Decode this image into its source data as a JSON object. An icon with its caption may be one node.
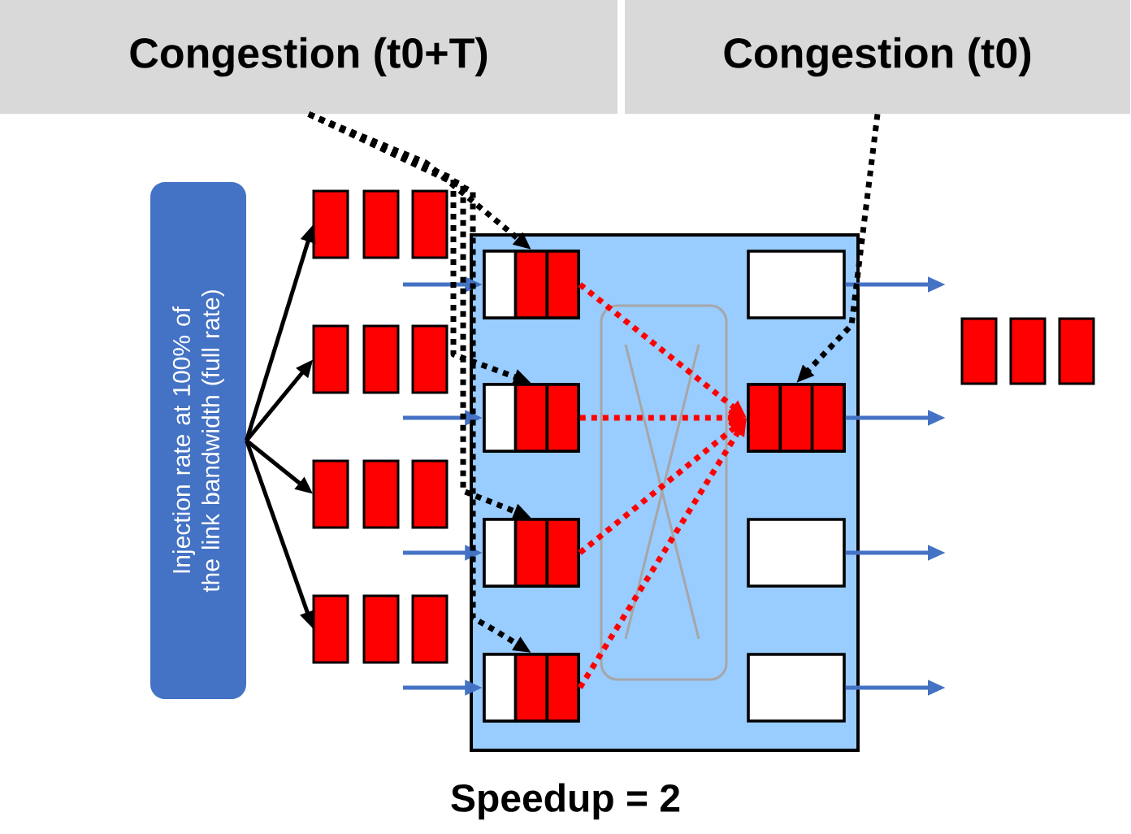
{
  "diagram": {
    "caption": "Speedup = 2",
    "nodes": [
      {
        "text": [
          "Congestion (t0+T)"
        ]
      },
      {
        "text": [
          "Congestion (t0)"
        ]
      },
      {
        "text": [
          "Injection rate at 100% of the link bandwidth (full rate)"
        ]
      },
      {
        "text": [],
        "shape": "box"
      },
      {
        "text": [],
        "shape": "box",
        "in": 3
      },
      {
        "text": [],
        "shape": "box",
        "in": 3
      },
      {
        "text": [],
        "shape": "box",
        "in": 3
      },
      {
        "text": [],
        "shape": "box",
        "in": 3
      },
      {
        "text": [],
        "shape": "box",
        "in": 3
      },
      {
        "text": [],
        "shape": "box",
        "in": 3
      },
      {
        "text": [],
        "shape": "box",
        "in": 3
      },
      {
        "text": [],
        "shape": "box",
        "in": 3
      },
      {
        "text": [],
        "shape": "box"
      },
      {
        "text": [],
        "shape": "box"
      },
      {
        "text": [],
        "shape": "box"
      },
      {
        "text": [],
        "shape": "box"
      }
    ],
    "edges": [
      {
        "from": 2,
        "to": 12,
        "arrow": "to"
      },
      {
        "from": 2,
        "to": 13,
        "arrow": "to"
      },
      {
        "from": 2,
        "to": 14,
        "arrow": "to"
      },
      {
        "from": 2,
        "to": 15,
        "arrow": "to"
      },
      {
        "from": null,
        "to": 4,
        "arrow": "to",
        "color": "#4472c4"
      },
      {
        "from": null,
        "to": 5,
        "arrow": "to",
        "color": "#4472c4"
      },
      {
        "from": null,
        "to": 6,
        "arrow": "to",
        "color": "#4472c4"
      },
      {
        "from": null,
        "to": 7,
        "arrow": "to",
        "color": "#4472c4"
      },
      {
        "from": 8,
        "to": null,
        "arrow": "to",
        "color": "#4472c4"
      },
      {
        "from": 9,
        "to": null,
        "arrow": "to",
        "color": "#4472c4"
      },
      {
        "from": 10,
        "to": null,
        "arrow": "to",
        "color": "#4472c4"
      },
      {
        "from": 11,
        "to": null,
        "arrow": "to",
        "color": "#4472c4"
      },
      {
        "from": 0,
        "to": 4,
        "arrow": "to",
        "style": "dashed"
      },
      {
        "from": 0,
        "to": 5,
        "arrow": "to",
        "style": "dashed"
      },
      {
        "from": 0,
        "to": 6,
        "arrow": "to",
        "style": "dashed"
      },
      {
        "from": 0,
        "to": 7,
        "arrow": "to",
        "style": "dashed"
      },
      {
        "from": 1,
        "to": 9,
        "arrow": "to",
        "style": "dashed"
      },
      {
        "from": 4,
        "to": 9,
        "arrow": "to",
        "style": "dashed",
        "color": "#ff0000"
      },
      {
        "from": 5,
        "to": 9,
        "arrow": "to",
        "style": "dashed",
        "color": "#ff0000"
      },
      {
        "from": 6,
        "to": 9,
        "arrow": "to",
        "style": "dashed",
        "color": "#ff0000"
      },
      {
        "from": 7,
        "to": 9,
        "arrow": "to",
        "style": "dashed",
        "color": "#ff0000"
      }
    ]
  }
}
